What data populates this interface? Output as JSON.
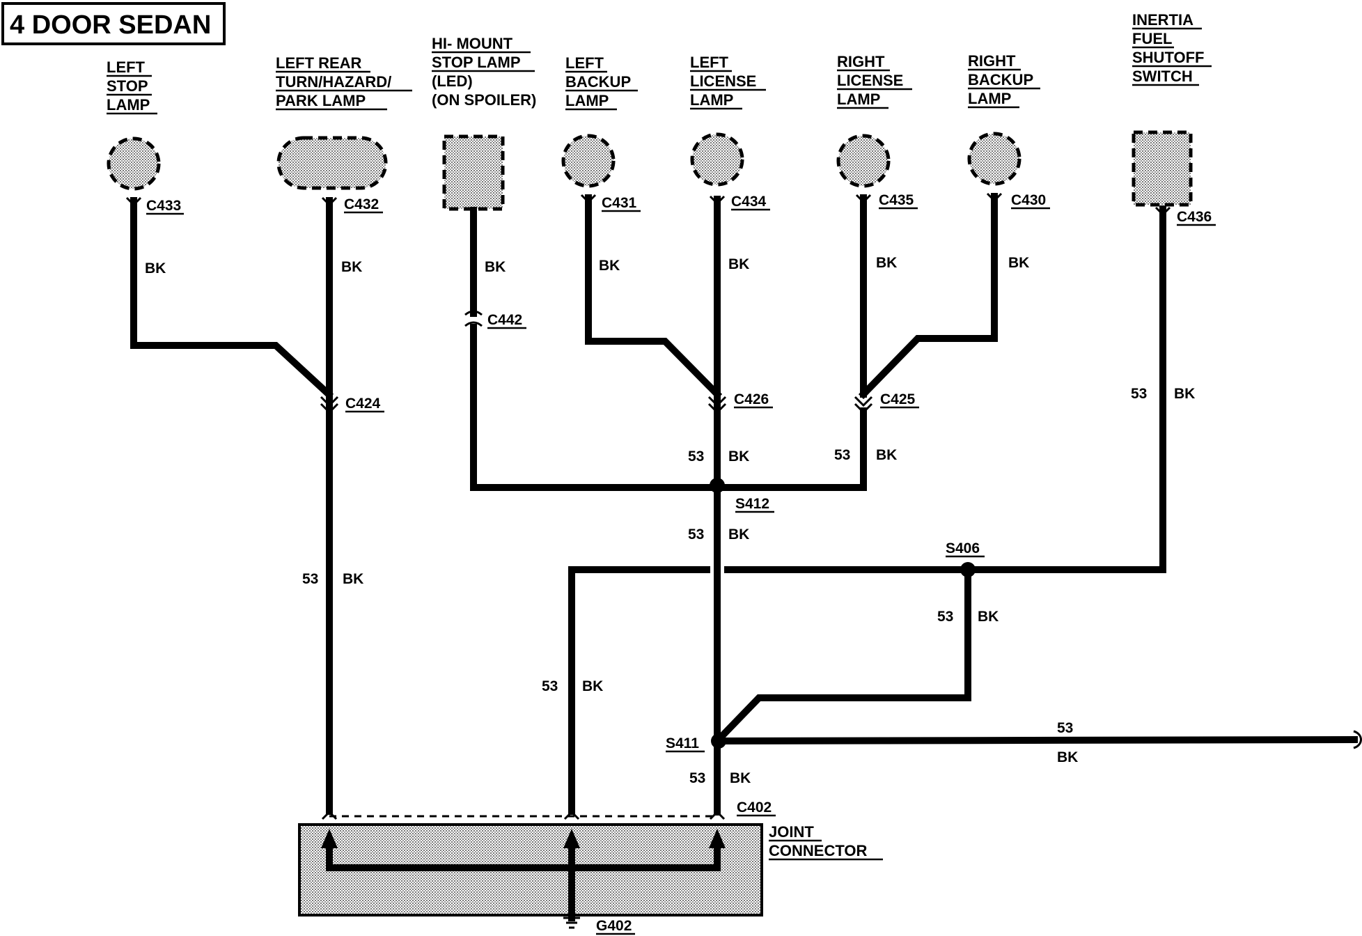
{
  "title": "4 DOOR SEDAN",
  "components": {
    "left_stop_lamp": [
      "LEFT",
      "STOP",
      "LAMP"
    ],
    "left_rear_lamp": [
      "LEFT REAR",
      "TURN/HAZARD/",
      "PARK LAMP"
    ],
    "hi_mount_stop_lamp": [
      "HI- MOUNT",
      "STOP LAMP",
      "(LED)",
      "(ON SPOILER)"
    ],
    "left_backup_lamp": [
      "LEFT",
      "BACKUP",
      "LAMP"
    ],
    "left_license_lamp": [
      "LEFT",
      "LICENSE",
      "LAMP"
    ],
    "right_license_lamp": [
      "RIGHT",
      "LICENSE",
      "LAMP"
    ],
    "right_backup_lamp": [
      "RIGHT",
      "BACKUP",
      "LAMP"
    ],
    "inertia_switch": [
      "INERTIA",
      "FUEL",
      "SHUTOFF",
      "SWITCH"
    ],
    "joint_connector": [
      "JOINT",
      "CONNECTOR"
    ]
  },
  "connectors": {
    "c433": "C433",
    "c432": "C432",
    "c442": "C442",
    "c431": "C431",
    "c434": "C434",
    "c435": "C435",
    "c430": "C430",
    "c436": "C436",
    "c424": "C424",
    "c426": "C426",
    "c425": "C425",
    "c402": "C402"
  },
  "splices": {
    "s412": "S412",
    "s406": "S406",
    "s411": "S411"
  },
  "ground": "G402",
  "wire": {
    "circuit": "53",
    "color": "BK"
  }
}
